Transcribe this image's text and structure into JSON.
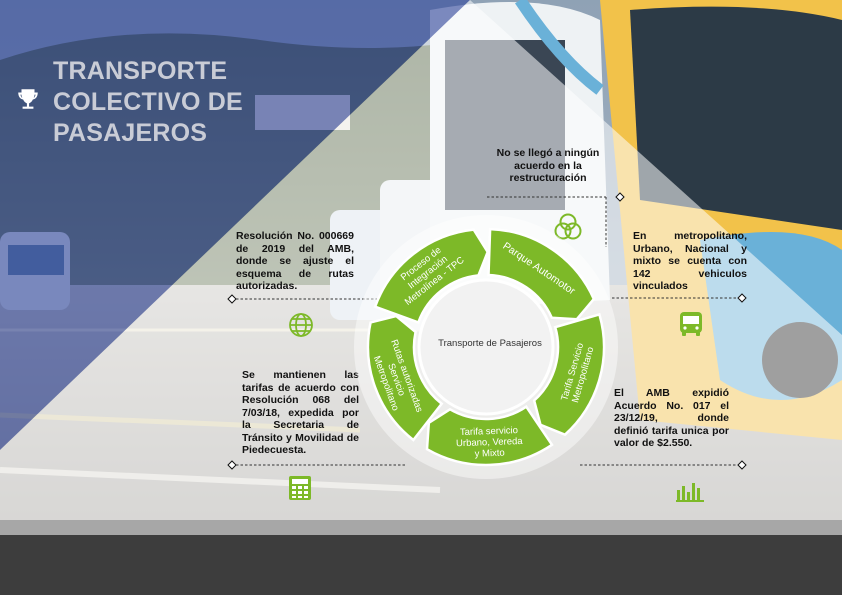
{
  "title": "TRANSPORTE\nCOLECTIVO DE\nPASAJEROS",
  "icons": {
    "title": "trophy-icon",
    "top": "venn-circles-icon",
    "upper_left": "globe-icon",
    "upper_right": "bus-icon",
    "lower_left": "calculator-icon",
    "lower_right": "bar-chart-icon"
  },
  "colors": {
    "accent_green": "#7db928",
    "dark_green": "#4e8a1a",
    "title_gray": "#c9ccd6",
    "overlay_blue": "#3a4ea0"
  },
  "cycle": {
    "center_label": "Transporte de Pasajeros",
    "segments": [
      {
        "label": "Proceso de\nIntegración\nMetrolínea - TPC"
      },
      {
        "label": "Parque Automotor"
      },
      {
        "label": "Tarifa Servicio\nMetropolitano"
      },
      {
        "label": "Tarifa servicio\nUrbano, Vereda\ny Mixto"
      },
      {
        "label": "Rutas autorizadas\nServicio\nMetropolitano"
      }
    ]
  },
  "notes": {
    "top": "No se llegó a ningún acuerdo en la restructuración",
    "upper_left": "Resolución No. 000669 de 2019 del AMB, donde se ajuste el esquema de rutas autorizadas.",
    "upper_right": "En metropolitano, Urbano, Nacional y mixto se cuenta con 142 vehiculos vinculados",
    "lower_left": "Se mantienen las tarifas de acuerdo con Resolución 068 del 7/03/18, expedida por la Secretaria de Tránsito y Movilidad de Piedecuesta.",
    "lower_right": "El AMB expidió Acuerdo No. 017 el 23/12/19, donde definió tarifa unica por valor de $2.550."
  }
}
